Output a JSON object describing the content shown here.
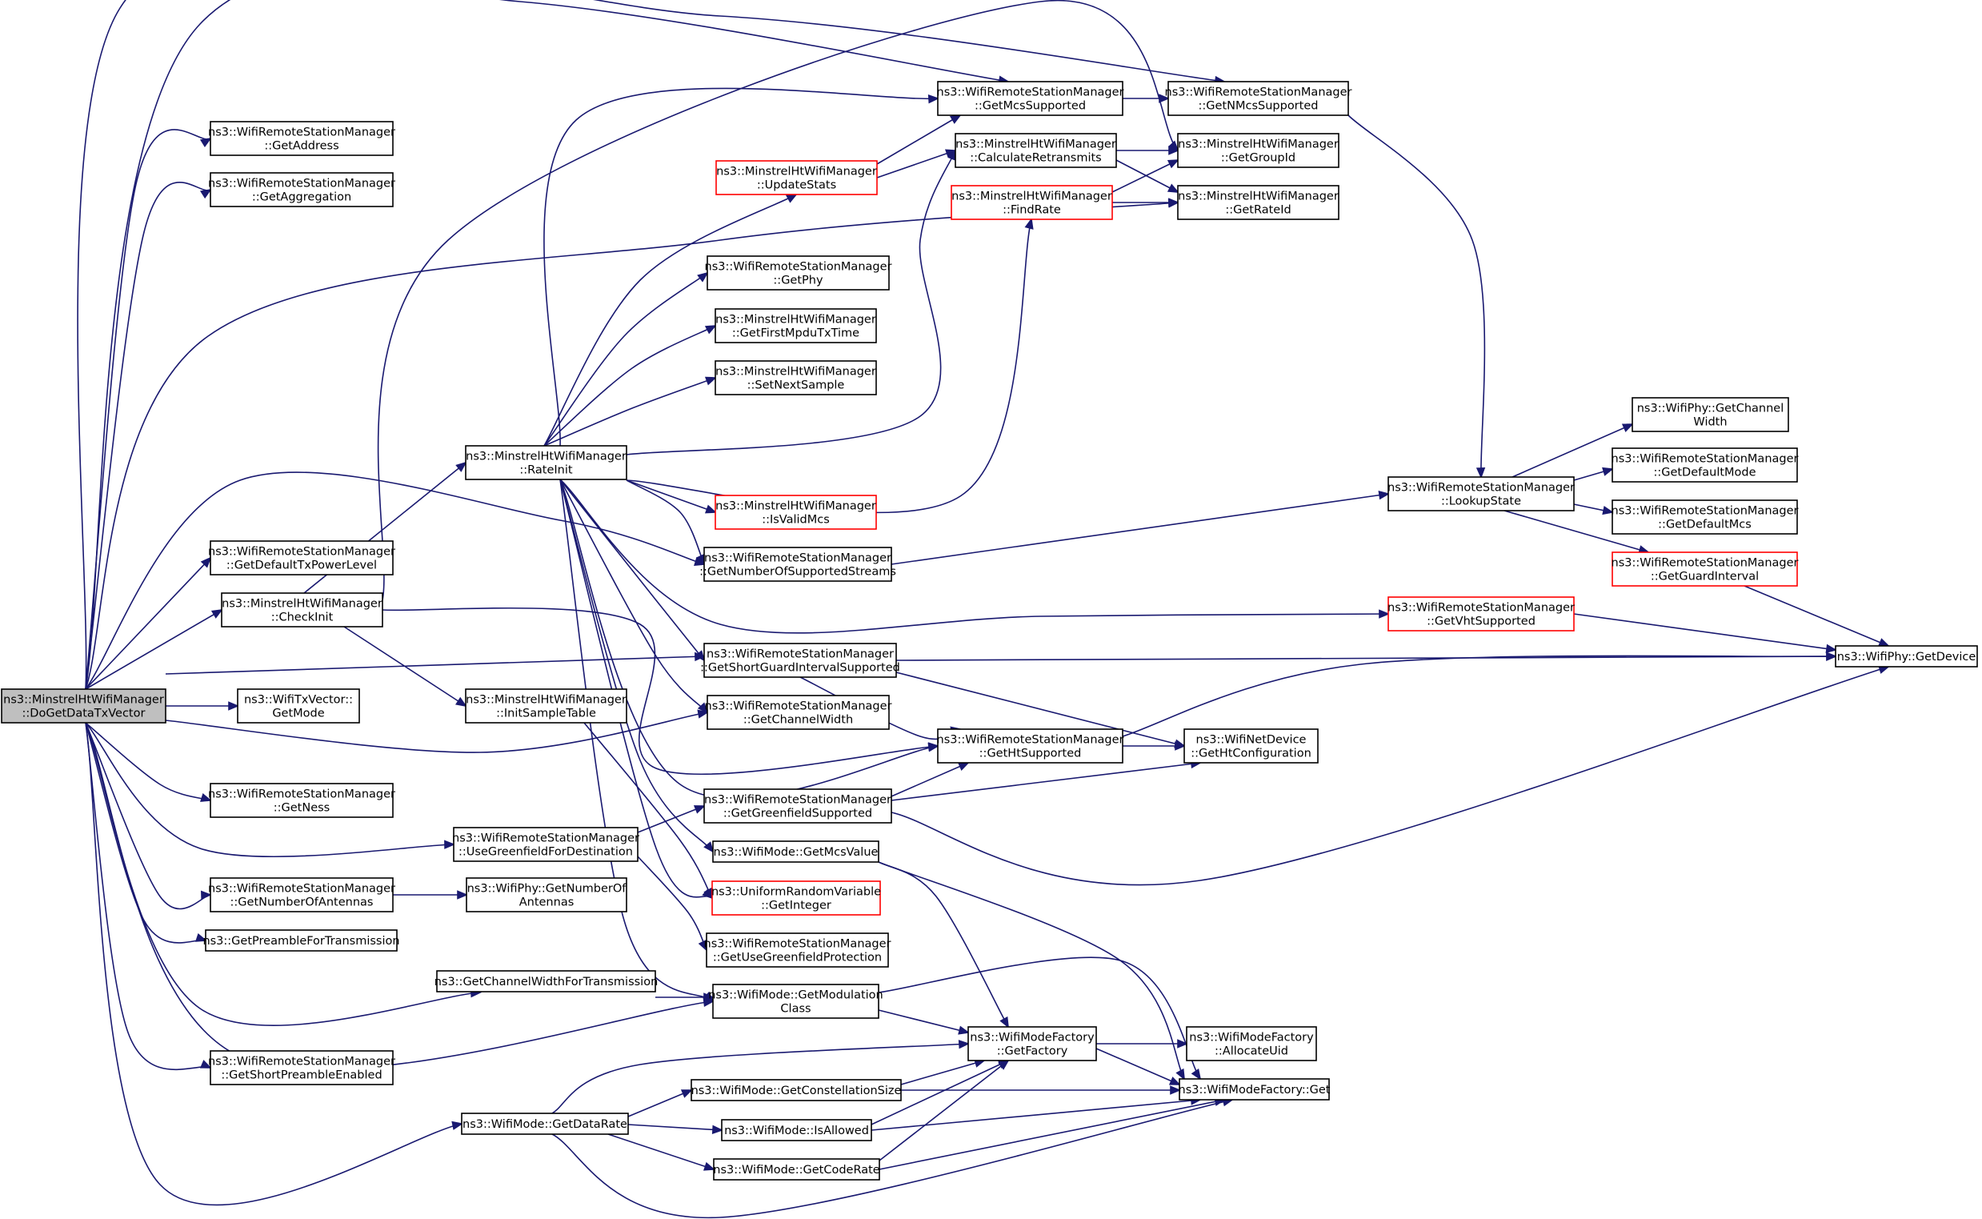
{
  "graph": {
    "edge_color": "#191970",
    "root_fill": "#bfbfbf",
    "node_border": "#000000",
    "incomplete_node_border": "#ff0000",
    "nodes": [
      {
        "id": "root",
        "lines": [
          "ns3::MinstrelHtWifiManager",
          "::DoGetDataTxVector"
        ],
        "root": true
      },
      {
        "id": "getAddress",
        "lines": [
          "ns3::WifiRemoteStationManager",
          "::GetAddress"
        ]
      },
      {
        "id": "getAggregation",
        "lines": [
          "ns3::WifiRemoteStationManager",
          "::GetAggregation"
        ]
      },
      {
        "id": "getDefaultTxPowerLevel",
        "lines": [
          "ns3::WifiRemoteStationManager",
          "::GetDefaultTxPowerLevel"
        ]
      },
      {
        "id": "checkInit",
        "lines": [
          "ns3::MinstrelHtWifiManager",
          "::CheckInit"
        ]
      },
      {
        "id": "getModeTx",
        "lines": [
          "ns3::WifiTxVector::",
          "GetMode"
        ]
      },
      {
        "id": "getNess",
        "lines": [
          "ns3::WifiRemoteStationManager",
          "::GetNess"
        ]
      },
      {
        "id": "useGreenfield",
        "lines": [
          "ns3::WifiRemoteStationManager",
          "::UseGreenfieldForDestination"
        ]
      },
      {
        "id": "getNumberOfAntennas",
        "lines": [
          "ns3::WifiRemoteStationManager",
          "::GetNumberOfAntennas"
        ]
      },
      {
        "id": "getPreamble",
        "lines": [
          "ns3::GetPreambleForTransmission"
        ]
      },
      {
        "id": "getChannelWidthForTx",
        "lines": [
          "ns3::GetChannelWidthForTransmission"
        ]
      },
      {
        "id": "getShortPreamble",
        "lines": [
          "ns3::WifiRemoteStationManager",
          "::GetShortPreambleEnabled"
        ]
      },
      {
        "id": "getDataRate",
        "lines": [
          "ns3::WifiMode::GetDataRate"
        ]
      },
      {
        "id": "rateInit",
        "lines": [
          "ns3::MinstrelHtWifiManager",
          "::RateInit"
        ]
      },
      {
        "id": "initSampleTable",
        "lines": [
          "ns3::MinstrelHtWifiManager",
          "::InitSampleTable"
        ]
      },
      {
        "id": "phyGetNumberOfAntennas",
        "lines": [
          "ns3::WifiPhy::GetNumberOf",
          "Antennas"
        ]
      },
      {
        "id": "updateStats",
        "lines": [
          "ns3::MinstrelHtWifiManager",
          "::UpdateStats"
        ],
        "red": true
      },
      {
        "id": "getPhy",
        "lines": [
          "ns3::WifiRemoteStationManager",
          "::GetPhy"
        ]
      },
      {
        "id": "getFirstMpdu",
        "lines": [
          "ns3::MinstrelHtWifiManager",
          "::GetFirstMpduTxTime"
        ]
      },
      {
        "id": "setNextSample",
        "lines": [
          "ns3::MinstrelHtWifiManager",
          "::SetNextSample"
        ]
      },
      {
        "id": "isValidMcs",
        "lines": [
          "ns3::MinstrelHtWifiManager",
          "::IsValidMcs"
        ],
        "red": true
      },
      {
        "id": "getNumberOfStreams",
        "lines": [
          "ns3::WifiRemoteStationManager",
          "::GetNumberOfSupportedStreams"
        ]
      },
      {
        "id": "getShortGI",
        "lines": [
          "ns3::WifiRemoteStationManager",
          "::GetShortGuardIntervalSupported"
        ]
      },
      {
        "id": "getChannelWidth",
        "lines": [
          "ns3::WifiRemoteStationManager",
          "::GetChannelWidth"
        ]
      },
      {
        "id": "getGreenfield",
        "lines": [
          "ns3::WifiRemoteStationManager",
          "::GetGreenfieldSupported"
        ]
      },
      {
        "id": "getMcsValue",
        "lines": [
          "ns3::WifiMode::GetMcsValue"
        ]
      },
      {
        "id": "getInteger",
        "lines": [
          "ns3::UniformRandomVariable",
          "::GetInteger"
        ],
        "red": true
      },
      {
        "id": "getUseGreenfieldProt",
        "lines": [
          "ns3::WifiRemoteStationManager",
          "::GetUseGreenfieldProtection"
        ]
      },
      {
        "id": "getModulationClass",
        "lines": [
          "ns3::WifiMode::GetModulation",
          "Class"
        ]
      },
      {
        "id": "getConstellationSize",
        "lines": [
          "ns3::WifiMode::GetConstellationSize"
        ]
      },
      {
        "id": "isAllowed",
        "lines": [
          "ns3::WifiMode::IsAllowed"
        ]
      },
      {
        "id": "getCodeRate",
        "lines": [
          "ns3::WifiMode::GetCodeRate"
        ]
      },
      {
        "id": "getMcsSupported",
        "lines": [
          "ns3::WifiRemoteStationManager",
          "::GetMcsSupported"
        ]
      },
      {
        "id": "calcRetransmits",
        "lines": [
          "ns3::MinstrelHtWifiManager",
          "::CalculateRetransmits"
        ]
      },
      {
        "id": "findRate",
        "lines": [
          "ns3::MinstrelHtWifiManager",
          "::FindRate"
        ],
        "red": true
      },
      {
        "id": "getHtSupported",
        "lines": [
          "ns3::WifiRemoteStationManager",
          "::GetHtSupported"
        ]
      },
      {
        "id": "getFactory",
        "lines": [
          "ns3::WifiModeFactory",
          "::GetFactory"
        ]
      },
      {
        "id": "getNMcsSupported",
        "lines": [
          "ns3::WifiRemoteStationManager",
          "::GetNMcsSupported"
        ]
      },
      {
        "id": "getGroupId",
        "lines": [
          "ns3::MinstrelHtWifiManager",
          "::GetGroupId"
        ]
      },
      {
        "id": "getRateId",
        "lines": [
          "ns3::MinstrelHtWifiManager",
          "::GetRateId"
        ]
      },
      {
        "id": "getHtConfiguration",
        "lines": [
          "ns3::WifiNetDevice",
          "::GetHtConfiguration"
        ]
      },
      {
        "id": "allocateUid",
        "lines": [
          "ns3::WifiModeFactory",
          "::AllocateUid"
        ]
      },
      {
        "id": "factoryGet",
        "lines": [
          "ns3::WifiModeFactory::Get"
        ]
      },
      {
        "id": "lookupState",
        "lines": [
          "ns3::WifiRemoteStationManager",
          "::LookupState"
        ]
      },
      {
        "id": "getVhtSupported",
        "lines": [
          "ns3::WifiRemoteStationManager",
          "::GetVhtSupported"
        ],
        "red": true
      },
      {
        "id": "getChannelWidthPhy",
        "lines": [
          "ns3::WifiPhy::GetChannel",
          "Width"
        ]
      },
      {
        "id": "getDefaultMode",
        "lines": [
          "ns3::WifiRemoteStationManager",
          "::GetDefaultMode"
        ]
      },
      {
        "id": "getDefaultMcs",
        "lines": [
          "ns3::WifiRemoteStationManager",
          "::GetDefaultMcs"
        ]
      },
      {
        "id": "getGuardInterval",
        "lines": [
          "ns3::WifiRemoteStationManager",
          "::GetGuardInterval"
        ],
        "red": true
      },
      {
        "id": "getDevice",
        "lines": [
          "ns3::WifiPhy::GetDevice"
        ]
      }
    ],
    "edges": [
      [
        "root",
        "getMcsSupported"
      ],
      [
        "root",
        "getNMcsSupported"
      ],
      [
        "root",
        "getAddress"
      ],
      [
        "root",
        "getAggregation"
      ],
      [
        "root",
        "getRateId"
      ],
      [
        "root",
        "getNumberOfStreams"
      ],
      [
        "root",
        "getDefaultTxPowerLevel"
      ],
      [
        "root",
        "checkInit"
      ],
      [
        "root",
        "getShortGI"
      ],
      [
        "root",
        "getModeTx"
      ],
      [
        "root",
        "getChannelWidth"
      ],
      [
        "root",
        "getNess"
      ],
      [
        "root",
        "useGreenfield"
      ],
      [
        "root",
        "getNumberOfAntennas"
      ],
      [
        "root",
        "getPreamble"
      ],
      [
        "root",
        "getChannelWidthForTx"
      ],
      [
        "root",
        "getModulationClass"
      ],
      [
        "root",
        "getShortPreamble"
      ],
      [
        "root",
        "getDataRate"
      ],
      [
        "checkInit",
        "getGroupId"
      ],
      [
        "checkInit",
        "rateInit"
      ],
      [
        "checkInit",
        "initSampleTable"
      ],
      [
        "checkInit",
        "getHtSupported"
      ],
      [
        "rateInit",
        "updateStats"
      ],
      [
        "rateInit",
        "getPhy"
      ],
      [
        "rateInit",
        "getFirstMpdu"
      ],
      [
        "rateInit",
        "setNextSample"
      ],
      [
        "rateInit",
        "calcRetransmits"
      ],
      [
        "rateInit",
        "findRate"
      ],
      [
        "rateInit",
        "isValidMcs"
      ],
      [
        "rateInit",
        "getNumberOfStreams"
      ],
      [
        "rateInit",
        "getShortGI"
      ],
      [
        "rateInit",
        "getChannelWidth"
      ],
      [
        "rateInit",
        "getVhtSupported"
      ],
      [
        "rateInit",
        "getHtSupported"
      ],
      [
        "rateInit",
        "getMcsValue"
      ],
      [
        "rateInit",
        "getInteger"
      ],
      [
        "rateInit",
        "getModulationClass"
      ],
      [
        "rateInit",
        "getMcsSupported"
      ],
      [
        "initSampleTable",
        "getInteger"
      ],
      [
        "useGreenfield",
        "getGreenfield"
      ],
      [
        "useGreenfield",
        "getUseGreenfieldProt"
      ],
      [
        "getNumberOfAntennas",
        "phyGetNumberOfAntennas"
      ],
      [
        "getChannelWidthForTx",
        "getModulationClass"
      ],
      [
        "updateStats",
        "getMcsSupported"
      ],
      [
        "updateStats",
        "calcRetransmits"
      ],
      [
        "getMcsSupported",
        "getNMcsSupported"
      ],
      [
        "getNMcsSupported",
        "lookupState"
      ],
      [
        "calcRetransmits",
        "getGroupId"
      ],
      [
        "calcRetransmits",
        "getRateId"
      ],
      [
        "findRate",
        "getGroupId"
      ],
      [
        "findRate",
        "getRateId"
      ],
      [
        "getNumberOfStreams",
        "lookupState"
      ],
      [
        "getShortGI",
        "getDevice"
      ],
      [
        "getShortGI",
        "getHtSupported"
      ],
      [
        "getShortGI",
        "getHtConfiguration"
      ],
      [
        "getHtSupported",
        "getHtConfiguration"
      ],
      [
        "getHtSupported",
        "getDevice"
      ],
      [
        "getGreenfield",
        "getHtSupported"
      ],
      [
        "getGreenfield",
        "getHtConfiguration"
      ],
      [
        "getGreenfield",
        "getDevice"
      ],
      [
        "getMcsValue",
        "getFactory"
      ],
      [
        "getMcsValue",
        "factoryGet"
      ],
      [
        "getModulationClass",
        "getFactory"
      ],
      [
        "getModulationClass",
        "factoryGet"
      ],
      [
        "getDataRate",
        "getFactory"
      ],
      [
        "getDataRate",
        "getConstellationSize"
      ],
      [
        "getDataRate",
        "isAllowed"
      ],
      [
        "getDataRate",
        "getCodeRate"
      ],
      [
        "getDataRate",
        "factoryGet"
      ],
      [
        "getConstellationSize",
        "getFactory"
      ],
      [
        "getConstellationSize",
        "factoryGet"
      ],
      [
        "isAllowed",
        "getFactory"
      ],
      [
        "isAllowed",
        "factoryGet"
      ],
      [
        "getCodeRate",
        "getFactory"
      ],
      [
        "getCodeRate",
        "factoryGet"
      ],
      [
        "getFactory",
        "allocateUid"
      ],
      [
        "getFactory",
        "factoryGet"
      ],
      [
        "lookupState",
        "getChannelWidthPhy"
      ],
      [
        "lookupState",
        "getDefaultMode"
      ],
      [
        "lookupState",
        "getDefaultMcs"
      ],
      [
        "lookupState",
        "getGuardInterval"
      ],
      [
        "getGuardInterval",
        "getDevice"
      ],
      [
        "getVhtSupported",
        "getDevice"
      ]
    ]
  }
}
